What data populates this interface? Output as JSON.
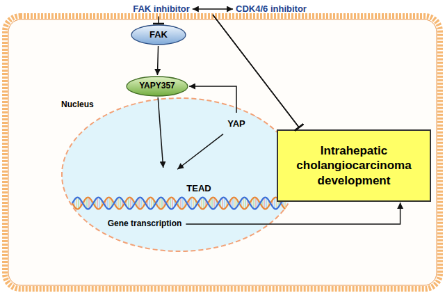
{
  "diagram": {
    "nodes": [
      {
        "text": [
          "FAK inhibitor"
        ]
      },
      {
        "text": [
          "CDK4/6 inhibitor"
        ]
      },
      {
        "text": [
          "FAK"
        ]
      },
      {
        "text": [
          "YAPY357"
        ]
      },
      {
        "text": [
          "YAP"
        ]
      },
      {
        "text": [
          "Nucleus"
        ]
      },
      {
        "text": [
          "YAP"
        ],
        "in": 5
      },
      {
        "text": [
          "TEAD"
        ],
        "in": 5
      },
      {
        "text": [
          "Gene transcription"
        ],
        "in": 5
      },
      {
        "text": [
          "Intrahepatic cholangiocarcinoma development"
        ]
      }
    ],
    "edges": [
      {
        "from": 0,
        "to": 1,
        "arrow": "both"
      },
      {
        "from": 0,
        "to": 2,
        "arrow": "to"
      },
      {
        "from": 0,
        "to": 9,
        "arrow": "to"
      },
      {
        "from": 1,
        "to": 9,
        "arrow": "to"
      },
      {
        "from": 2,
        "to": 3,
        "arrow": "to"
      },
      {
        "from": 4,
        "to": 3,
        "arrow": "to"
      },
      {
        "from": 3,
        "to": 6,
        "arrow": "to"
      },
      {
        "from": 4,
        "to": 6,
        "arrow": "to"
      },
      {
        "from": 8,
        "to": 9,
        "arrow": "to"
      }
    ]
  }
}
